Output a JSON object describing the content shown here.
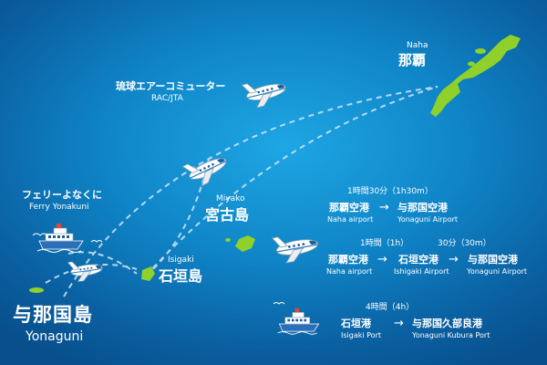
{
  "places": {
    "naha": {
      "en": "Naha",
      "jp": "那覇"
    },
    "miyako": {
      "en": "Miyako",
      "jp": "宮古島"
    },
    "ishigaki": {
      "en": "Isigaki",
      "jp": "石垣島"
    },
    "yonaguni": {
      "en": "Yonaguni",
      "jp": "与那国島"
    }
  },
  "airline": {
    "jp": "琉球エアーコミューター",
    "en": "RAC/JTA"
  },
  "ferry": {
    "jp": "フェリーよなくに",
    "en": "Ferry Yonakuni"
  },
  "route1": {
    "time": "1時間30分（1h30m）",
    "from_jp": "那覇空港",
    "from_en": "Naha airport",
    "arrow": "→",
    "to_jp": "与那国空港",
    "to_en": "Yonaguni Airport"
  },
  "route2": {
    "time1": "1時間（1h）",
    "time2": "30分（30m）",
    "a_jp": "那覇空港",
    "a_en": "Naha airport",
    "arrow1": "→",
    "b_jp": "石垣空港",
    "b_en": "Ishigaki Airport",
    "arrow2": "→",
    "c_jp": "与那国空港",
    "c_en": "Yonaguni Airport"
  },
  "route3": {
    "time": "4時間（4h）",
    "from_jp": "石垣港",
    "from_en": "Isigaki Port",
    "arrow": "→",
    "to_jp": "与那国久部良港",
    "to_en": "Yonaguni Kubura Port"
  },
  "colors": {
    "island": "#8fd12a",
    "route": "#cfe8f7",
    "text": "#ffffff",
    "sea": "#1ea6e4"
  },
  "icons": [
    "airplane-icon",
    "ferry-icon",
    "island-shape"
  ]
}
